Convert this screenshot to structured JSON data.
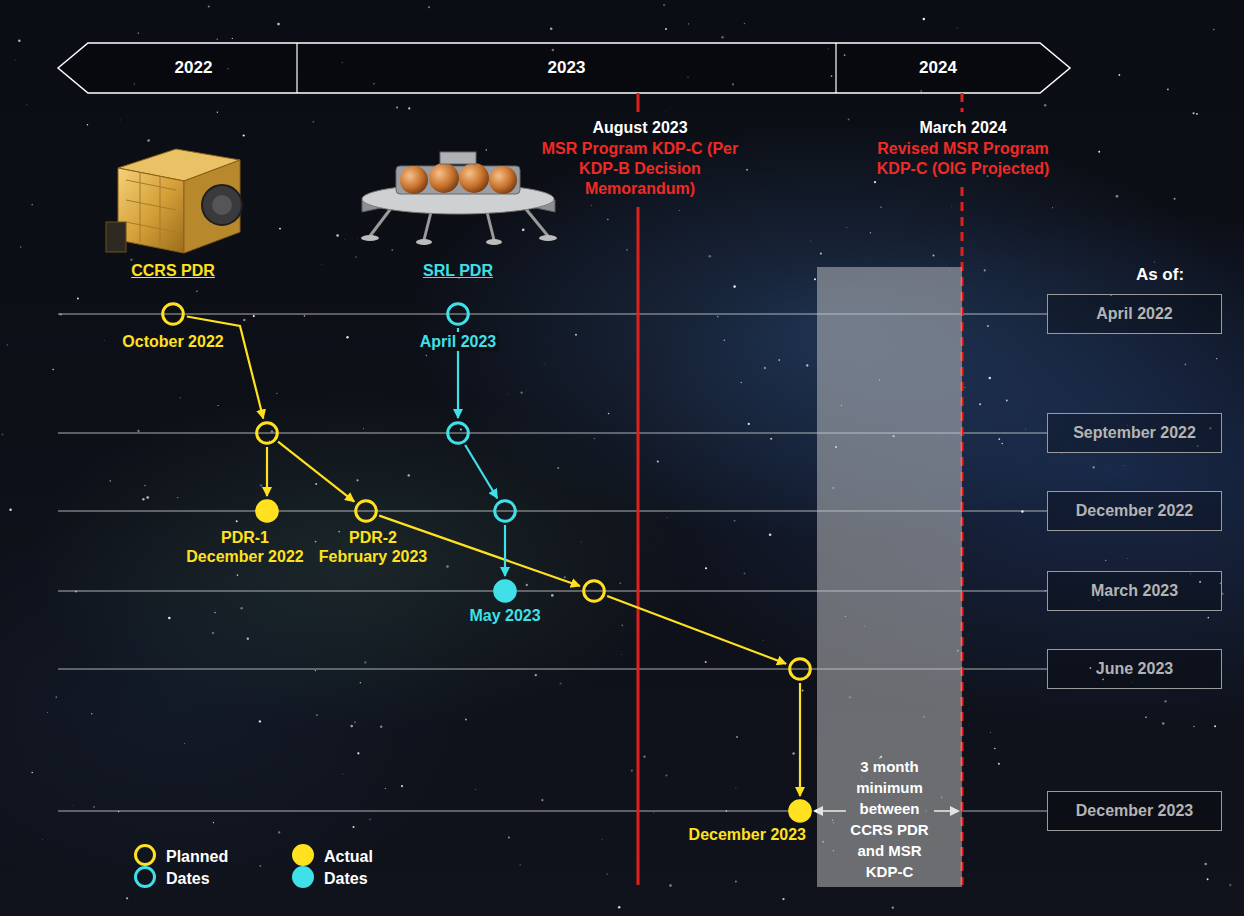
{
  "diagram": {
    "nodes": [
      {
        "text": [
          "2022"
        ]
      },
      {
        "text": [
          "2023"
        ]
      },
      {
        "text": [
          "2024"
        ]
      },
      {
        "text": [
          "CCRS PDR",
          "October 2022"
        ]
      },
      {
        "text": [
          "SRL PDR",
          "April 2023"
        ]
      },
      {
        "text": [
          "April 2022"
        ]
      },
      {
        "text": []
      },
      {
        "text": []
      },
      {
        "text": [
          "September 2022"
        ]
      },
      {
        "text": [
          "PDR-1 December 2022"
        ]
      },
      {
        "text": [
          "PDR-2 February 2023"
        ]
      },
      {
        "text": []
      },
      {
        "text": [
          "December 2022"
        ]
      },
      {
        "text": [
          "May 2023"
        ]
      },
      {
        "text": []
      },
      {
        "text": [
          "March 2023"
        ]
      },
      {
        "text": []
      },
      {
        "text": [
          "June 2023"
        ]
      },
      {
        "text": [
          "3 month minimum between CCRS PDR and MSR KDP-C"
        ]
      },
      {
        "text": [
          "December 2023"
        ]
      },
      {
        "text": [
          "December 2023"
        ]
      }
    ],
    "edges": [
      {
        "from": 3,
        "to": 6,
        "arrow": "to"
      },
      {
        "from": 6,
        "to": 9,
        "arrow": "to"
      },
      {
        "from": 6,
        "to": 10,
        "arrow": "to"
      },
      {
        "from": 10,
        "to": 14,
        "arrow": "to"
      },
      {
        "from": 14,
        "to": 16,
        "arrow": "to"
      },
      {
        "from": 16,
        "to": 19,
        "arrow": "to"
      },
      {
        "from": 4,
        "to": 7,
        "arrow": "to"
      },
      {
        "from": 7,
        "to": 11,
        "arrow": "to"
      },
      {
        "from": 11,
        "to": 13,
        "arrow": "to"
      }
    ],
    "labels": [
      "August 2023",
      "MSR Program KDP-C (Per KDP-B Decision Memorandum)",
      "March 2024",
      "Revised MSR Program KDP-C (OIG Projected)",
      "As of:"
    ],
    "legend": [
      {
        "text": "Planned Dates"
      },
      {
        "text": "Actual Dates"
      }
    ]
  }
}
